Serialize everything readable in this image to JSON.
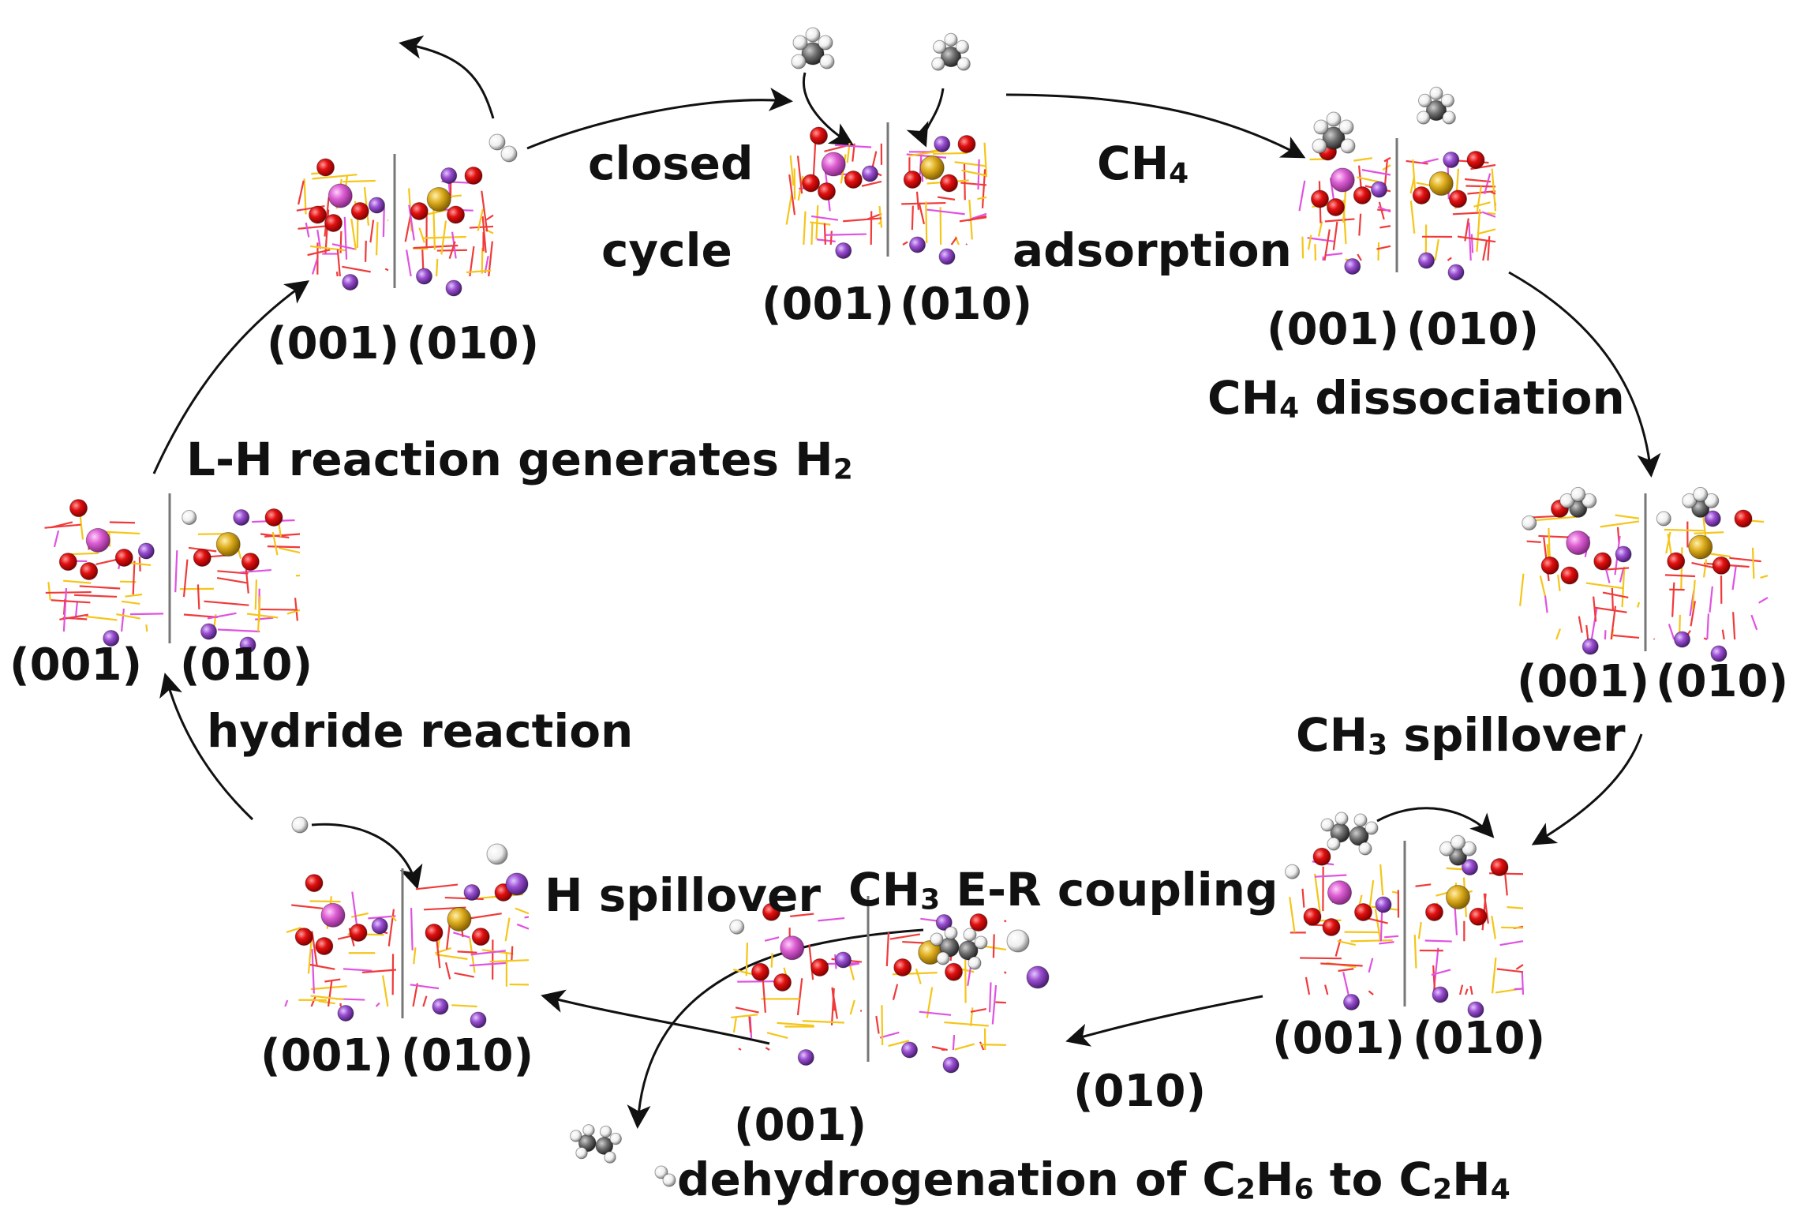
{
  "colors": {
    "oxygen": "#e11010",
    "metal_pink": "#dd5fd3",
    "metal_gold": "#e0b020",
    "alkali_purple": "#9b4fd1",
    "hydrogen": "#f2f2f2",
    "carbon": "#7a7a7a",
    "bond_red": "#f03a3a",
    "bond_yellow": "#f5c518",
    "bond_magenta": "#e052e0",
    "arrow": "#111111"
  },
  "facets": {
    "left": "(001)",
    "right": "(010)"
  },
  "steps": {
    "closed_line1": "closed",
    "closed_line2": "cycle",
    "ch4_ads_line1_main": "CH",
    "ch4_ads_line1_sub": "4",
    "ch4_ads_line2": "adsorption",
    "ch4_diss_main": "CH",
    "ch4_diss_sub": "4",
    "ch4_diss_rest": " dissociation",
    "ch3_spill_main": "CH",
    "ch3_spill_sub": "3",
    "ch3_spill_rest": " spillover",
    "er_main": "CH",
    "er_sub": "3",
    "er_rest": " E-R coupling",
    "dehyd_pre": "dehydrogenation of C",
    "dehyd_s1": "2",
    "dehyd_m1": "H",
    "dehyd_s2": "6",
    "dehyd_m2": " to C",
    "dehyd_s3": "2",
    "dehyd_m3": "H",
    "dehyd_s4": "4",
    "h_spill": "H spillover",
    "hydride": "hydride reaction",
    "lh_main": "L-H reaction generates H",
    "lh_sub": "2"
  }
}
